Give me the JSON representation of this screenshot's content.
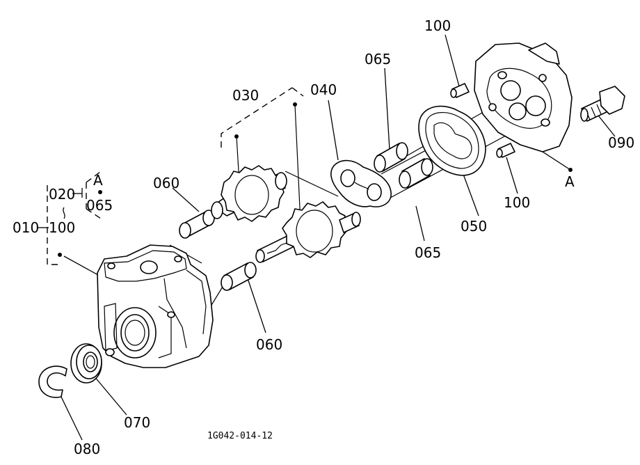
{
  "labels": {
    "l010": "010",
    "l020": "020",
    "l100a": "100",
    "lA_top": "A",
    "l065a": "065",
    "l030": "030",
    "l040": "040",
    "l060a": "060",
    "l060b": "060",
    "l065b": "065",
    "l065c": "065",
    "l100b": "100",
    "l100c": "100",
    "l050": "050",
    "l090": "090",
    "lA_right": "A",
    "l070": "070",
    "l080": "080"
  },
  "drawing_code": "1G042-014-12"
}
